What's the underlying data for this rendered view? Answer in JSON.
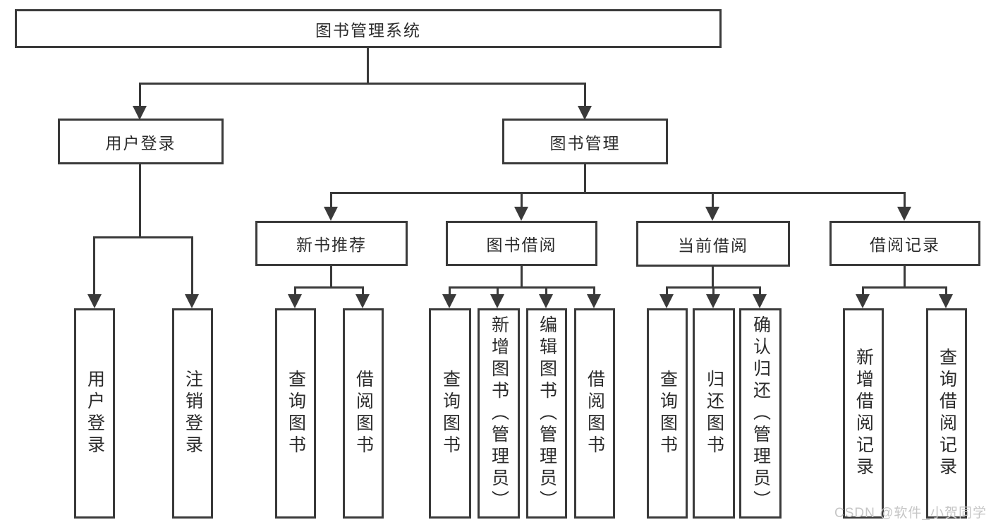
{
  "colors": {
    "line": "#3a3a3a",
    "text": "#2b2b2b",
    "background": "#ffffff",
    "watermark": "#c6c6c6"
  },
  "watermark": {
    "text": "CSDN @软件_小贺同学"
  },
  "tree": {
    "label": "图书管理系统",
    "children": [
      {
        "label": "用户登录",
        "children": [
          {
            "label": "用户登录"
          },
          {
            "label": "注销登录"
          }
        ]
      },
      {
        "label": "图书管理",
        "children": [
          {
            "label": "新书推荐",
            "children": [
              {
                "label": "查询图书"
              },
              {
                "label": "借阅图书"
              }
            ]
          },
          {
            "label": "图书借阅",
            "children": [
              {
                "label": "查询图书"
              },
              {
                "label": "新增图书（管理员）"
              },
              {
                "label": "编辑图书（管理员）"
              },
              {
                "label": "借阅图书"
              }
            ]
          },
          {
            "label": "当前借阅",
            "children": [
              {
                "label": "查询图书"
              },
              {
                "label": "归还图书"
              },
              {
                "label": "确认归还（管理员）"
              }
            ]
          },
          {
            "label": "借阅记录",
            "children": [
              {
                "label": "新增借阅记录"
              },
              {
                "label": "查询借阅记录"
              }
            ]
          }
        ]
      }
    ]
  }
}
